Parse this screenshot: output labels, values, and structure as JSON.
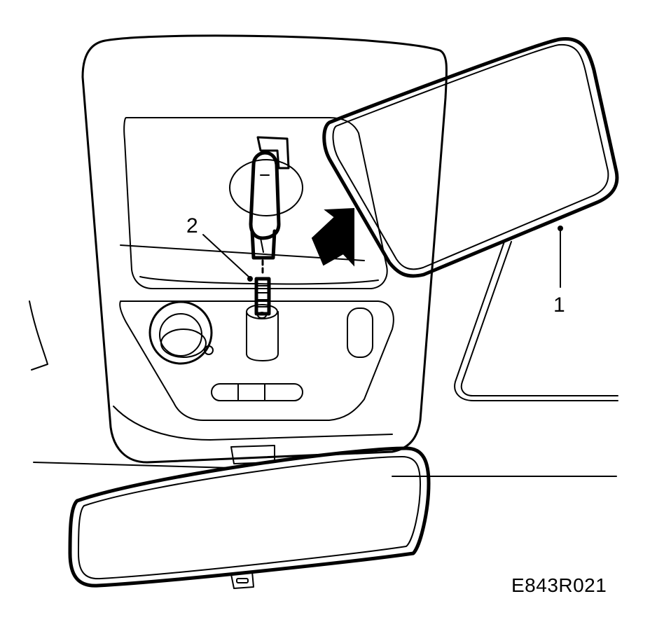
{
  "figure": {
    "callouts": [
      {
        "id": "1",
        "label": "1"
      },
      {
        "id": "2",
        "label": "2"
      }
    ],
    "code": "E843R021"
  }
}
